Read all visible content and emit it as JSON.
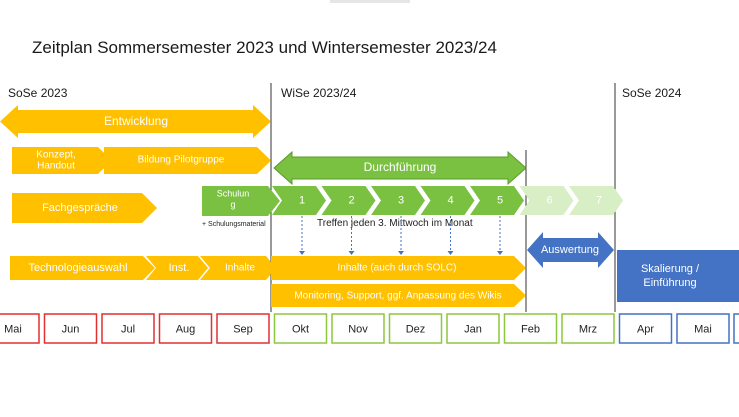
{
  "title": "Zeitplan Sommersemester 2023 und Wintersemester 2023/24",
  "semesters": {
    "sose2023": "SoSe 2023",
    "wise2023": "WiSe 2023/24",
    "sose2024": "SoSe 2024"
  },
  "months": [
    {
      "label": "Mai",
      "semester": "sose2023"
    },
    {
      "label": "Jun",
      "semester": "sose2023"
    },
    {
      "label": "Jul",
      "semester": "sose2023"
    },
    {
      "label": "Aug",
      "semester": "sose2023"
    },
    {
      "label": "Sep",
      "semester": "sose2023"
    },
    {
      "label": "Okt",
      "semester": "wise2023"
    },
    {
      "label": "Nov",
      "semester": "wise2023"
    },
    {
      "label": "Dez",
      "semester": "wise2023"
    },
    {
      "label": "Jan",
      "semester": "wise2023"
    },
    {
      "label": "Feb",
      "semester": "wise2023"
    },
    {
      "label": "Mrz",
      "semester": "wise2023"
    },
    {
      "label": "Apr",
      "semester": "sose2024"
    },
    {
      "label": "Mai",
      "semester": "sose2024"
    }
  ],
  "colors": {
    "orange": "#FFC000",
    "orange_text": "#ffffff",
    "green": "#8DC63F",
    "green_fill": "#7AC142",
    "green_faded": "#D8EEC4",
    "blue": "#4472C4",
    "sose2023_border": "#E03030",
    "wise2023_border": "#8DC63F",
    "sose2024_border": "#4472C4",
    "divider": "#333333"
  },
  "activities": {
    "entwicklung": "Entwicklung",
    "konzept": "Konzept, Handout",
    "bildung": "Bildung Pilotgruppe",
    "fachgespraeche": "Fachgespräche",
    "schulung": "Schulung",
    "schulungsmaterial": "+ Schulungsmaterial",
    "durchfuehrung": "Durchführung",
    "treffen_steps": [
      "1",
      "2",
      "3",
      "4",
      "5"
    ],
    "faded_steps": [
      "6",
      "7"
    ],
    "treffen_note": "Treffen jeden 3. Mittwoch im Monat",
    "technologieauswahl": "Technologieauswahl",
    "inst": "Inst.",
    "inhalte": "Inhalte",
    "inhalte_solc": "Inhalte (auch durch SOLC)",
    "monitoring": "Monitoring, Support, ggf. Anpassung des Wikis",
    "auswertung": "Auswertung",
    "skalierung": "Skalierung / Einführung"
  }
}
